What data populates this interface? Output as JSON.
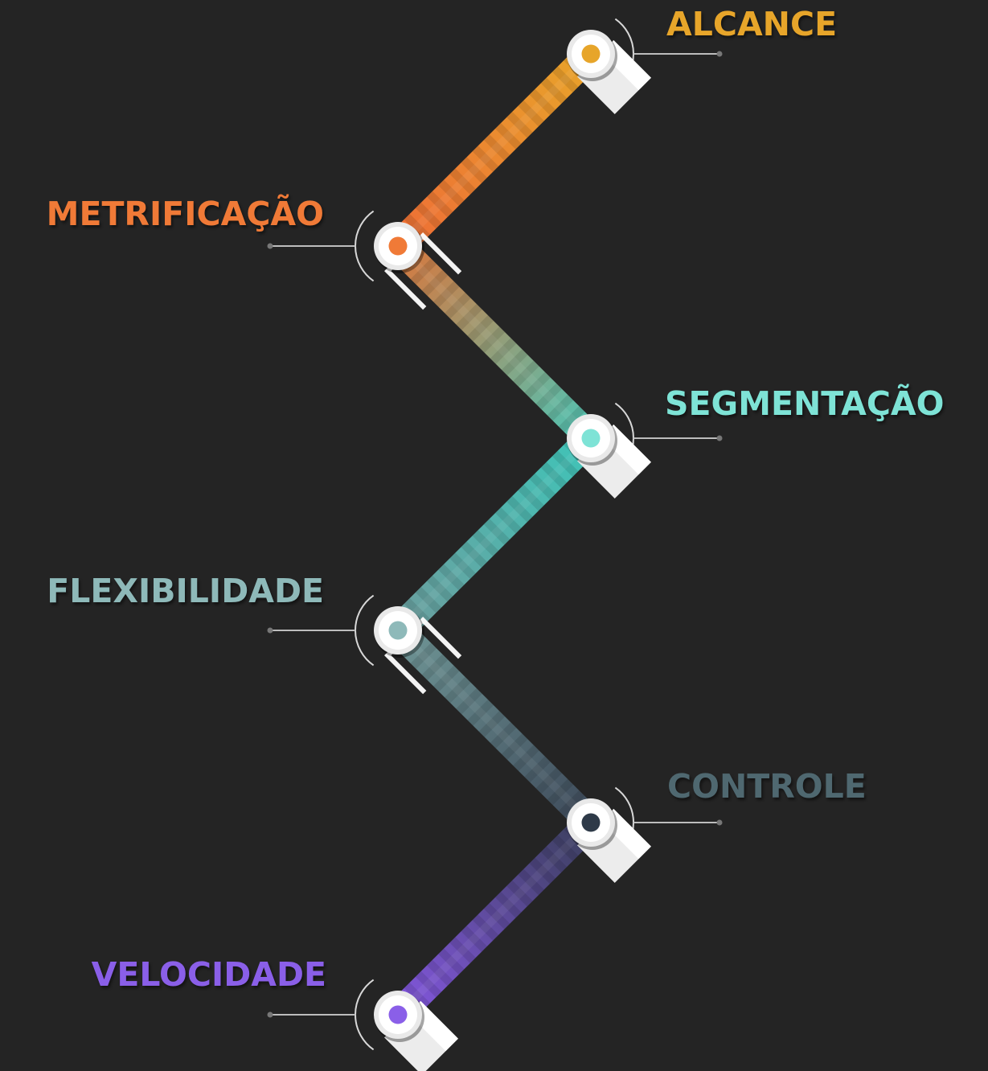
{
  "steps": [
    {
      "label": "ALCANCE",
      "color": "#E7A52A",
      "side": "right"
    },
    {
      "label": "METRIFICAÇÃO",
      "color": "#F07A37",
      "side": "left"
    },
    {
      "label": "SEGMENTAÇÃO",
      "color": "#7EE3D6",
      "side": "right"
    },
    {
      "label": "FLEXIBILIDADE",
      "color": "#8EB9B9",
      "side": "left"
    },
    {
      "label": "CONTROLE",
      "color": "#4F6870",
      "side": "right"
    },
    {
      "label": "VELOCIDADE",
      "color": "#8A5FE8",
      "side": "left"
    }
  ],
  "segment_colors": [
    [
      "#E8A42A",
      "#EE6E36"
    ],
    [
      "#D9773C",
      "#4FC4B5"
    ],
    [
      "#3FC4B8",
      "#6C9E9E"
    ],
    [
      "#6F9696",
      "#3E4A5A"
    ],
    [
      "#3A3F5C",
      "#8457E0"
    ]
  ],
  "node_dot_colors": {
    "step_4": "#2E3A48"
  }
}
